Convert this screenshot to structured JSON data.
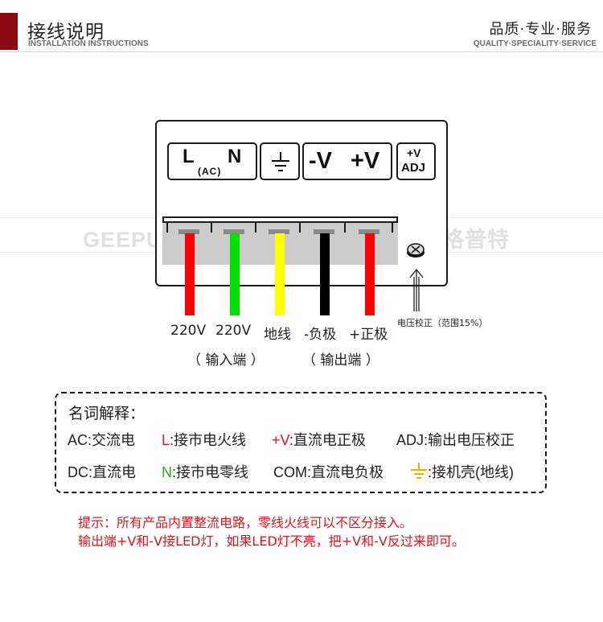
{
  "header": {
    "title_cn": "接线说明",
    "title_en": "INSTALLATION INSTRUCTIONS",
    "slogan_cn": "品质·专业·服务",
    "slogan_en": "QUALITY·SPECIALITY·SERVICE",
    "accent_color": "#8b0d12"
  },
  "watermark": {
    "left": "GEEPUT格普特",
    "right": "GEEPUT格普特"
  },
  "panel_labels": {
    "L": "L",
    "AC": "(AC)",
    "N": "N",
    "ground_icon": "ground-icon",
    "minus_v": "-V",
    "plus_v": "+V",
    "adj_top": "+V",
    "adj_bottom": "ADJ"
  },
  "wires": [
    {
      "label": "220V",
      "color": "#ff0000"
    },
    {
      "label": "220V",
      "color": "#00e000"
    },
    {
      "label": "地线",
      "color": "#ffff00"
    },
    {
      "label": "-负极",
      "color": "#000000"
    },
    {
      "label": "+正极",
      "color": "#ff0000"
    }
  ],
  "groups": {
    "input": "（ 输入端 ）",
    "output": "（ 输出端 ）"
  },
  "adj_note": "电压校正（范围15%）",
  "glossary": {
    "title": "名词解释：",
    "row1": [
      {
        "key": "AC",
        "sep": ":",
        "text": "交流电",
        "key_color": "default"
      },
      {
        "key": "L",
        "sep": ":",
        "text": "接市电火线",
        "key_color": "red"
      },
      {
        "key": "+V",
        "sep": ":",
        "text": "直流电正极",
        "key_color": "red"
      },
      {
        "key": "ADJ",
        "sep": ":",
        "text": "输出电压校正",
        "key_color": "default"
      }
    ],
    "row2": [
      {
        "key": "DC",
        "sep": ":",
        "text": "直流电",
        "key_color": "default"
      },
      {
        "key": "N",
        "sep": ":",
        "text": "接市电零线",
        "key_color": "green"
      },
      {
        "key": "COM",
        "sep": ":",
        "text": "直流电负极",
        "key_color": "default"
      },
      {
        "key": "",
        "sep": ":",
        "text": "接机壳(地线)",
        "key_color": "ground-icon"
      }
    ]
  },
  "hint": {
    "line1": "提示：所有产品内置整流电路，零线火线可以不区分接入。",
    "line2": "输出端+V和-V接LED灯，如果LED灯不亮，把+V和-V反过来即可。",
    "color": "#e0141b"
  }
}
